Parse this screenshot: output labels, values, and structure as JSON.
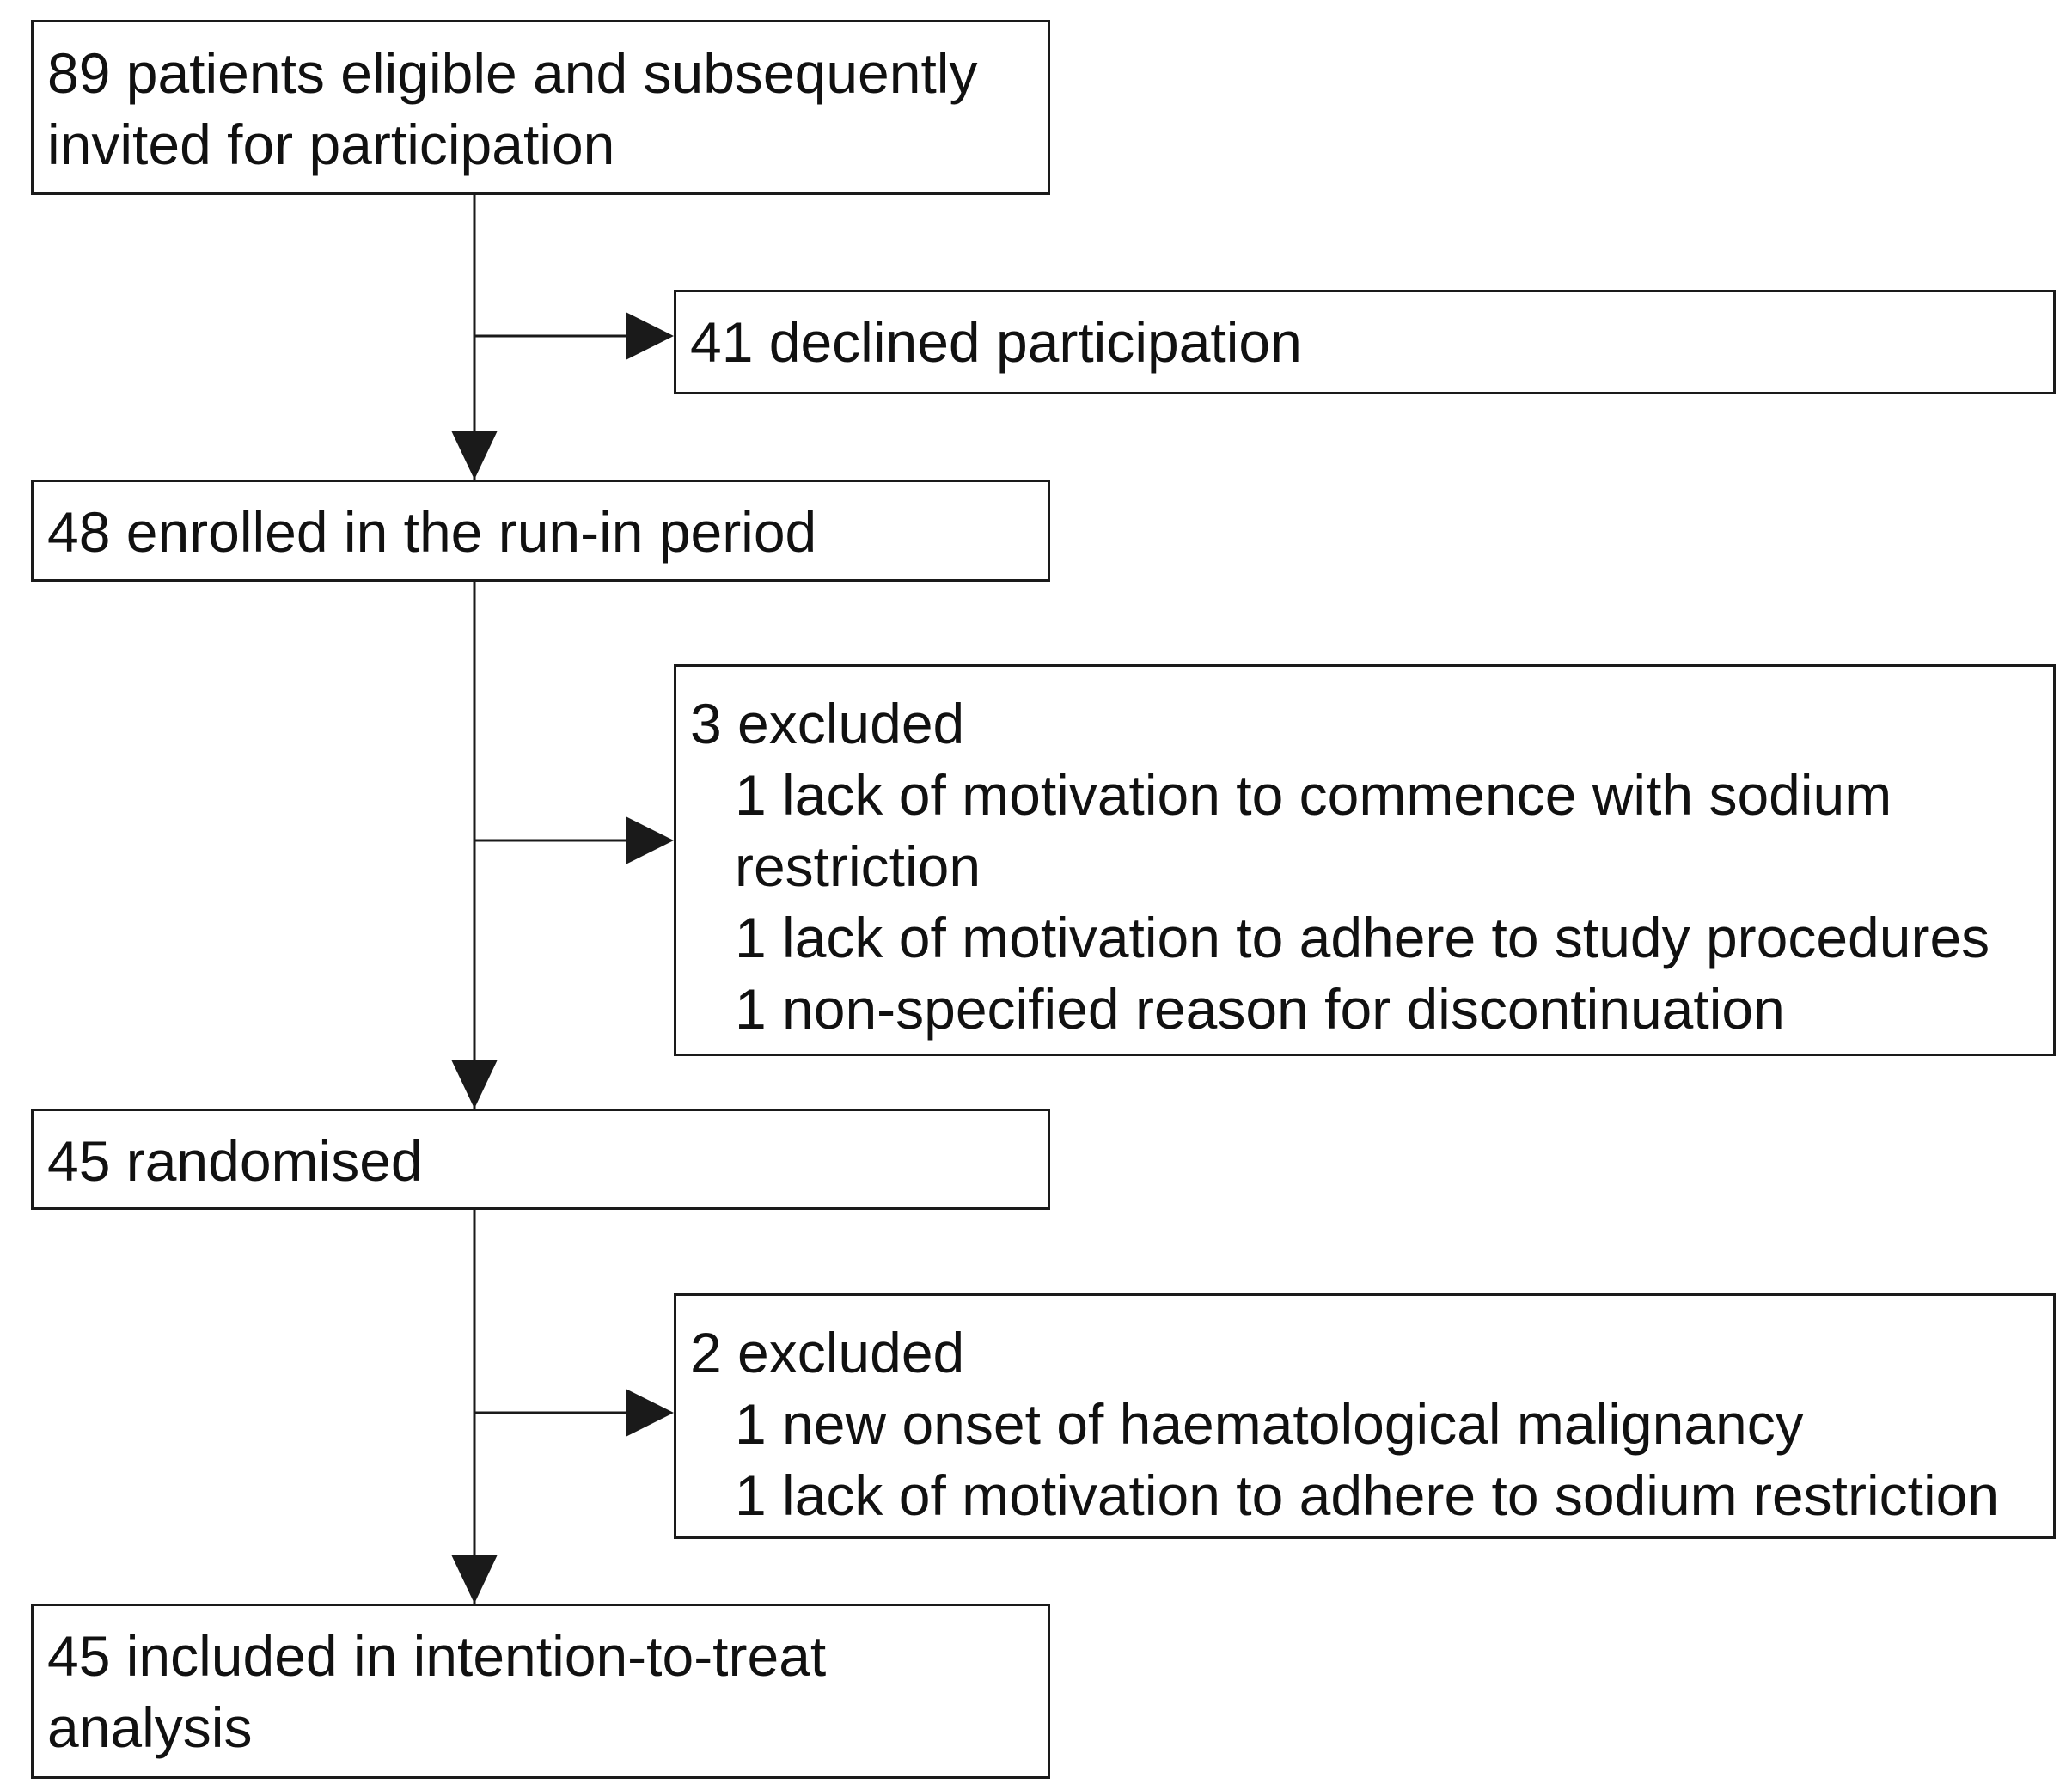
{
  "flowchart": {
    "eligible": {
      "lines": [
        "89 patients eligible and subsequently",
        "invited for participation"
      ]
    },
    "declined": {
      "label": "41 declined participation"
    },
    "enrolled": {
      "label": "48 enrolled in the run-in period"
    },
    "excluded_runin": {
      "heading": "3 excluded",
      "reasons": [
        "1 lack of motivation to commence with sodium",
        "restriction",
        "1 lack of motivation to adhere to study procedures",
        "1 non-specified reason for discontinuation"
      ]
    },
    "randomised": {
      "label": "45 randomised"
    },
    "excluded_post": {
      "heading": "2 excluded",
      "reasons": [
        "1 new onset of haematological malignancy",
        "1 lack of motivation to adhere to sodium restriction"
      ]
    },
    "itt": {
      "lines": [
        "45 included in intention-to-treat",
        "analysis"
      ]
    }
  },
  "colors": {
    "line": "#1a1a1a",
    "background": "#ffffff",
    "text": "#111111"
  }
}
